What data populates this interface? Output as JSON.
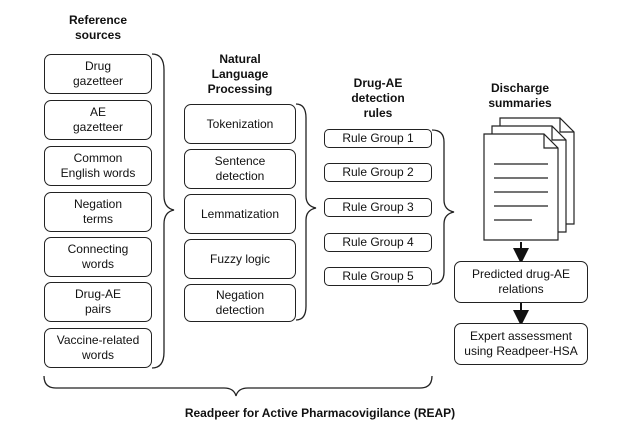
{
  "headers": {
    "reference": "Reference\nsources",
    "nlp": "Natural\nLanguage\nProcessing",
    "rules": "Drug-AE\ndetection\nrules",
    "discharge": "Discharge\nsummaries"
  },
  "reference_sources": [
    "Drug\ngazetteer",
    "AE\ngazetteer",
    "Common\nEnglish words",
    "Negation\nterms",
    "Connecting\nwords",
    "Drug-AE\npairs",
    "Vaccine-related\nwords"
  ],
  "nlp_steps": [
    "Tokenization",
    "Sentence\ndetection",
    "Lemmatization",
    "Fuzzy logic",
    "Negation\ndetection"
  ],
  "rule_groups": [
    "Rule Group 1",
    "Rule Group 2",
    "Rule Group 3",
    "Rule Group 4",
    "Rule Group 5"
  ],
  "outputs": {
    "predicted": "Predicted drug-AE\nrelations",
    "expert": "Expert assessment\nusing Readpeer-HSA"
  },
  "footer": "Readpeer for Active Pharmacovigilance (REAP)"
}
